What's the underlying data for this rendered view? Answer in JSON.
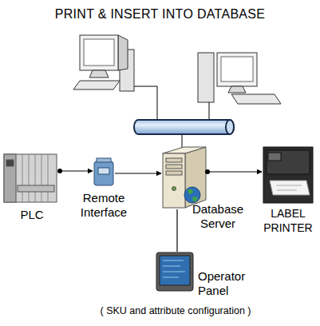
{
  "diagram": {
    "title": "PRINT & INSERT INTO DATABASE",
    "nodes": [
      {
        "text": [
          "PLC"
        ]
      },
      {
        "text": [
          "Remote Interface"
        ]
      },
      {
        "text": [
          "Database Server"
        ]
      },
      {
        "text": [
          "LABEL PRINTER"
        ]
      },
      {
        "text": [
          "Operator Panel"
        ]
      }
    ],
    "edges": [
      {
        "from": 0,
        "to": 1,
        "arrow": "to"
      },
      {
        "from": 1,
        "to": 2,
        "arrow": "to"
      },
      {
        "from": 2,
        "to": 3,
        "arrow": "to"
      },
      {
        "from": 2,
        "to": 4,
        "arrow": "none"
      }
    ],
    "labels": [
      "( SKU and attribute configuration )"
    ]
  }
}
